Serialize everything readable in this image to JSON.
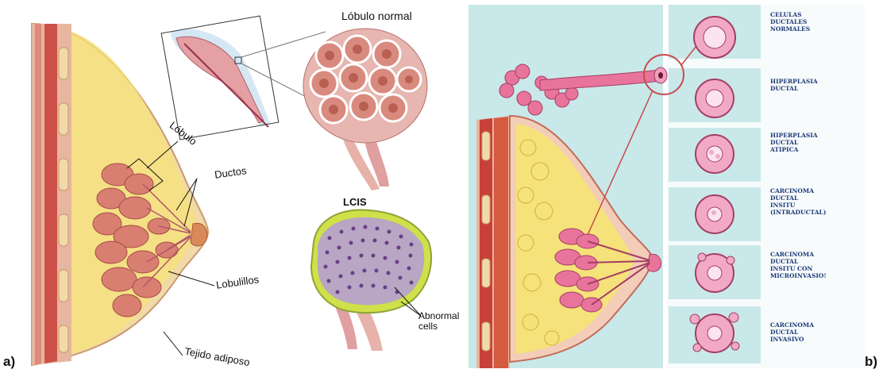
{
  "panel_a": {
    "letter": "a)",
    "labels": {
      "lobulo_normal": "Lóbulo normal",
      "lobulo": "Lóbulo",
      "ductos": "Ductos",
      "lobulillos": "Lobulillos",
      "tejido_adiposo": "Tejido adiposo",
      "lcis": "LCIS",
      "abnormal_cells": "Abnormal\ncells"
    }
  },
  "panel_b": {
    "letter": "b)",
    "stages": [
      {
        "label": "CELULAS\nDUCTALES\nNORMALES"
      },
      {
        "label": "HIPERPLASIA\nDUCTAL"
      },
      {
        "label": "HIPERPLASIA\nDUCTAL\nATIPICA"
      },
      {
        "label": "CARCINOMA\nDUCTAL\nINSITU\n(INTRADUCTAL)"
      },
      {
        "label": "CARCINOMA\nDUCTAL\nINSITU CON\nMICROINVASIO!"
      },
      {
        "label": "CARCINOMA\nDUCTAL\nINVASIVO"
      }
    ]
  },
  "colors": {
    "skin": "#f1d9a8",
    "fat": "#f5e27a",
    "muscle": "#c8403a",
    "lobule": "#d97f72",
    "pink": "#e8749c",
    "teal_bg": "#c9e8ea"
  }
}
